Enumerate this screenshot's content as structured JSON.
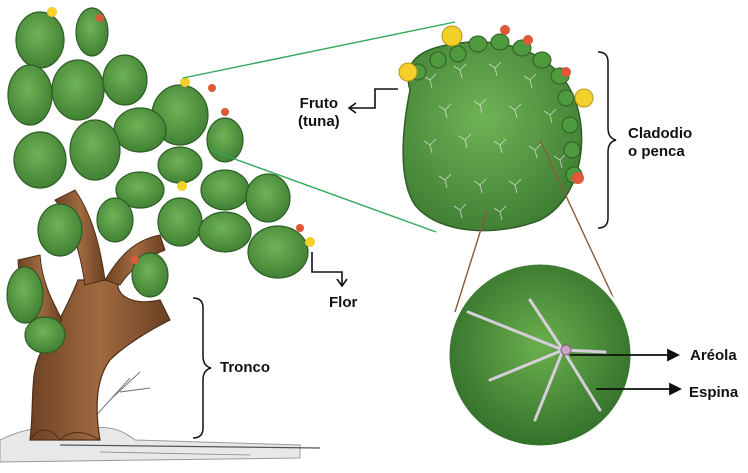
{
  "labels": {
    "fruto_line1": "Fruto",
    "fruto_line2": "(tuna)",
    "cladodio_line1": "Cladodio",
    "cladodio_line2": "o penca",
    "flor": "Flor",
    "tronco": "Tronco",
    "areola": "Aréola",
    "espina": "Espina"
  },
  "colors": {
    "pad_green": "#5fa04a",
    "pad_dark": "#3e7d32",
    "trunk_brown": "#8b5a34",
    "flower_yellow": "#f3d02a",
    "fruit_red": "#e0573a",
    "connector_green": "#2fa85a",
    "connector_brown": "#8a5a3a",
    "text": "#111111"
  }
}
